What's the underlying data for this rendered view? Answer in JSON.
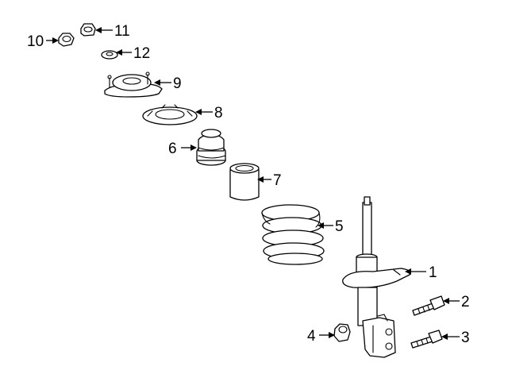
{
  "diagram": {
    "parts": [
      {
        "id": "strut-assembly",
        "label": "1"
      },
      {
        "id": "strut-bolt-upper",
        "label": "2"
      },
      {
        "id": "strut-bolt-lower",
        "label": "3"
      },
      {
        "id": "strut-nut",
        "label": "4"
      },
      {
        "id": "coil-spring",
        "label": "5"
      },
      {
        "id": "bump-stop",
        "label": "6"
      },
      {
        "id": "dust-boot",
        "label": "7"
      },
      {
        "id": "spring-seat",
        "label": "8"
      },
      {
        "id": "strut-mount",
        "label": "9"
      },
      {
        "id": "mount-nut",
        "label": "10"
      },
      {
        "id": "center-nut",
        "label": "11"
      },
      {
        "id": "washer",
        "label": "12"
      }
    ]
  }
}
